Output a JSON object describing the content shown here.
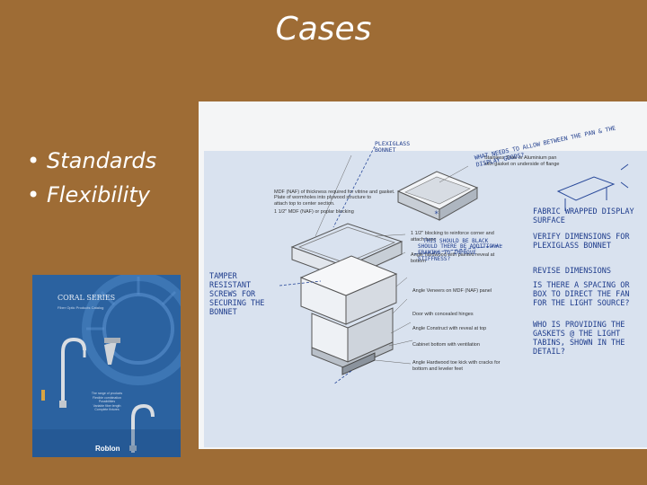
{
  "slide": {
    "title": "Cases",
    "bullets": [
      "Standards",
      "Flexibility"
    ]
  },
  "brochure": {
    "series_title": "CORAL SERIES",
    "subtitle": "Fiber Optic Products Catalog",
    "brand": "Roblon",
    "menu_items": [
      "The range of products",
      "Flexible combination",
      "Possibilities",
      "Variable fiber length",
      "Complete fixtures"
    ]
  },
  "sketch": {
    "labels": [
      "MDF (NAF) of thickness required for vitrine and gasket.",
      "Plate of wormholes into plywood structure to attach top to center section.",
      "1 1/2\" MDF (NAF) or poplar blocking",
      "1 1/2\" blocking to reinforce corner and attach base",
      "Angle hardwood with painted reveal at bottom",
      "Stainless Steel or Aluminium pan with gasket on underside of flange",
      "Angle Veneers on MDF (NAF) panel",
      "Door with concealed hinges",
      "Angle Construct with reveal at top",
      "Cabinet bottom with ventilation",
      "Angle Hardwood toe kick with cracks for bottom and leveler feet"
    ],
    "handwritten": [
      "PLEXIGLASS BONNET",
      "WHAT NEEDS TO ALLOW BETWEEN THE PAN & THE DISPLAY GOODS?",
      "FABRIC WRAPPED DISPLAY SURFACE",
      "VERIFY DIMENSIONS FOR PLEXIGLASS BONNET",
      "REVISE DIMENSIONS",
      "IS THERE A SPACING OR BOX TO DIRECT THE FAN FOR THE LIGHT SOURCE?",
      "WHO IS PROVIDING THE GASKETS @ THE LIGHT TABINS, SHOWN IN THE DETAIL?",
      "TAMPER RESISTANT SCREWS FOR SECURING THE BONNET",
      "THIS SHOULD BE BLACK",
      "SHOULD THERE BE ADDITIONAL FRAMING TO IMPROVE STIFFNESS?"
    ]
  }
}
